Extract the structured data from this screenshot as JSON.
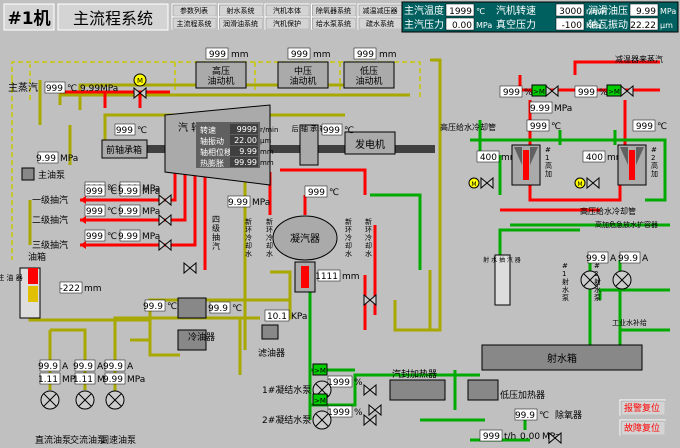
{
  "header": {
    "unit_label": "#1机",
    "title": "主流程系统",
    "nav_buttons": [
      "参数列表",
      "射水系统",
      "汽机本体",
      "除氧器系统",
      "减温减压器",
      "主流程系统",
      "润滑油系统",
      "汽机保护",
      "给水泵系统",
      "疏水系统"
    ],
    "readouts": [
      {
        "label": "主汽温度",
        "value": "1999",
        "unit": "℃"
      },
      {
        "label": "汽机转速",
        "value": "3000",
        "unit": "r/min"
      },
      {
        "label": "润滑油压",
        "value": "9.99",
        "unit": "MPa"
      },
      {
        "label": "主汽压力",
        "value": "0.00",
        "unit": "MPa"
      },
      {
        "label": "真空压力",
        "value": "-100",
        "unit": "KPa"
      },
      {
        "label": "轴瓦振动",
        "value": "22.22",
        "unit": "μm"
      }
    ]
  },
  "oil_tanks": [
    {
      "value": "999",
      "unit": "mm",
      "label": "高压\n油动机"
    },
    {
      "value": "999",
      "unit": "mm",
      "label": "中压\n油动机"
    },
    {
      "value": "999",
      "unit": "mm",
      "label": "低压\n油动机"
    }
  ],
  "main_steam": {
    "label": "主蒸汽",
    "temp": "999",
    "temp_unit": "℃",
    "press": "9.99",
    "press_unit": "MPa",
    "valve": "M"
  },
  "desuperheater_label": "减温器来蒸汽",
  "turbine": {
    "label": "汽\n轮\n机",
    "params": [
      {
        "label": "转速",
        "value": "9999",
        "unit": "r/min"
      },
      {
        "label": "轴振动",
        "value": "22.00",
        "unit": "μm"
      },
      {
        "label": "轴相位移",
        "value": "9.99",
        "unit": "mm"
      },
      {
        "label": "热膨胀",
        "value": "99.99",
        "unit": "mm"
      }
    ]
  },
  "front_bearing": {
    "label": "前轴承箱",
    "temp": "999",
    "unit": "℃"
  },
  "rear_bearing": {
    "label": "后\n轴\n承\n箱",
    "temp": "999",
    "unit": "℃"
  },
  "generator": {
    "label": "发电机"
  },
  "main_oil_pump": {
    "label": "主油泵",
    "press": "9.99",
    "unit": "MPa"
  },
  "extractions": [
    {
      "label": "一级抽汽",
      "temp": "999",
      "temp_unit": "℃",
      "press": "9.99",
      "press_unit": "MPa"
    },
    {
      "label": "二级抽汽",
      "temp": "999",
      "temp_unit": "℃",
      "press": "9.99",
      "press_unit": "MPa"
    },
    {
      "label": "三级抽汽",
      "temp": "999",
      "temp_unit": "℃",
      "press": "9.99",
      "press_unit": "MPa"
    }
  ],
  "extraction_top": {
    "temp": "999",
    "temp_unit": "℃",
    "press": "9.99",
    "press_unit": "MPa"
  },
  "fourth_extraction": {
    "label": "四\n级\n抽\n汽",
    "press": "9.99",
    "unit": "MPa"
  },
  "exhaust_temp": {
    "value": "999",
    "unit": "℃"
  },
  "condenser": {
    "label": "凝汽器",
    "level": "1111",
    "level_unit": "mm",
    "water_in": "新\n环\n冷\n却\n水",
    "water_out": "新\n环\n冷\n却\n水",
    "water_in2": "新\n环\n冷\n却\n水",
    "water_out2": "新\n环\n冷\n却\n水"
  },
  "oil_tank": {
    "label": "油箱",
    "filler": "注\n油\n器",
    "level": "-222",
    "unit": "mm"
  },
  "oil_cooler": {
    "label": "冷油器",
    "temp_in": "99.9",
    "temp_out": "99.9",
    "unit": "℃"
  },
  "oil_filter": {
    "label": "滤油器",
    "press": "10.1",
    "unit": "KPa"
  },
  "oil_pumps": [
    {
      "label": "直流油泵",
      "temp": "99.9",
      "temp_unit": "A",
      "press": "1.11",
      "press_unit": "MPa"
    },
    {
      "label": "交流油泵",
      "temp": "99.9",
      "temp_unit": "A",
      "press": "1.11",
      "press_unit": "MPa"
    },
    {
      "label": "调速油泵",
      "temp": "99.9",
      "temp_unit": "A",
      "press": "9.99",
      "press_unit": "MPa"
    }
  ],
  "hp_heaters": {
    "title": "高压给水冷却管",
    "title2": "高压给水冷却管",
    "drain_label": "高加危急放水扩容器",
    "units": [
      {
        "label": "#\n1\n高\n加",
        "level": "400",
        "level_unit": "mm",
        "temp": "999",
        "unit": "℃"
      },
      {
        "label": "#\n2\n高\n加",
        "level": "400",
        "level_unit": "mm",
        "temp": "999",
        "unit": "℃"
      }
    ],
    "top": [
      {
        "value": "999",
        "unit": "%",
        "valve": ">M"
      },
      {
        "value": "999",
        "unit": "%",
        "valve": ">M"
      }
    ],
    "mid_press": {
      "value": "9.99",
      "unit": "MPa"
    }
  },
  "ejector": {
    "title": "射水箱",
    "steam_pump_label": "射\n水\n抽\n汽\n器",
    "pumps": [
      {
        "label": "#\n1\n射\n水\n泵",
        "value": "99.9",
        "unit": "A"
      },
      {
        "label": "#\n2\n射\n水\n泵",
        "value": "99.9",
        "unit": "A"
      }
    ],
    "industrial_water": "工业水补给"
  },
  "condensate_pumps": [
    {
      "label": "1#凝结水泵",
      "value": "1999",
      "unit": "%",
      "valve": ">M"
    },
    {
      "label": "2#凝结水泵",
      "value": "1999",
      "unit": "%",
      "valve": ">M"
    }
  ],
  "gland_heater": {
    "label": "汽封加热器"
  },
  "lp_heater": {
    "label": "低压加热器"
  },
  "deaerator": {
    "label": "除氧器",
    "temp": "99.9",
    "unit": "℃"
  },
  "flow": {
    "value": "999",
    "unit": "t/h",
    "press": "0.00",
    "press_unit": "MPa"
  },
  "alarm_buttons": [
    "报警复位",
    "故障复位"
  ],
  "colors": {
    "steam": "#ff0000",
    "oil": "#a0a000",
    "water": "#00aa00",
    "dashed": "#c8c800"
  }
}
